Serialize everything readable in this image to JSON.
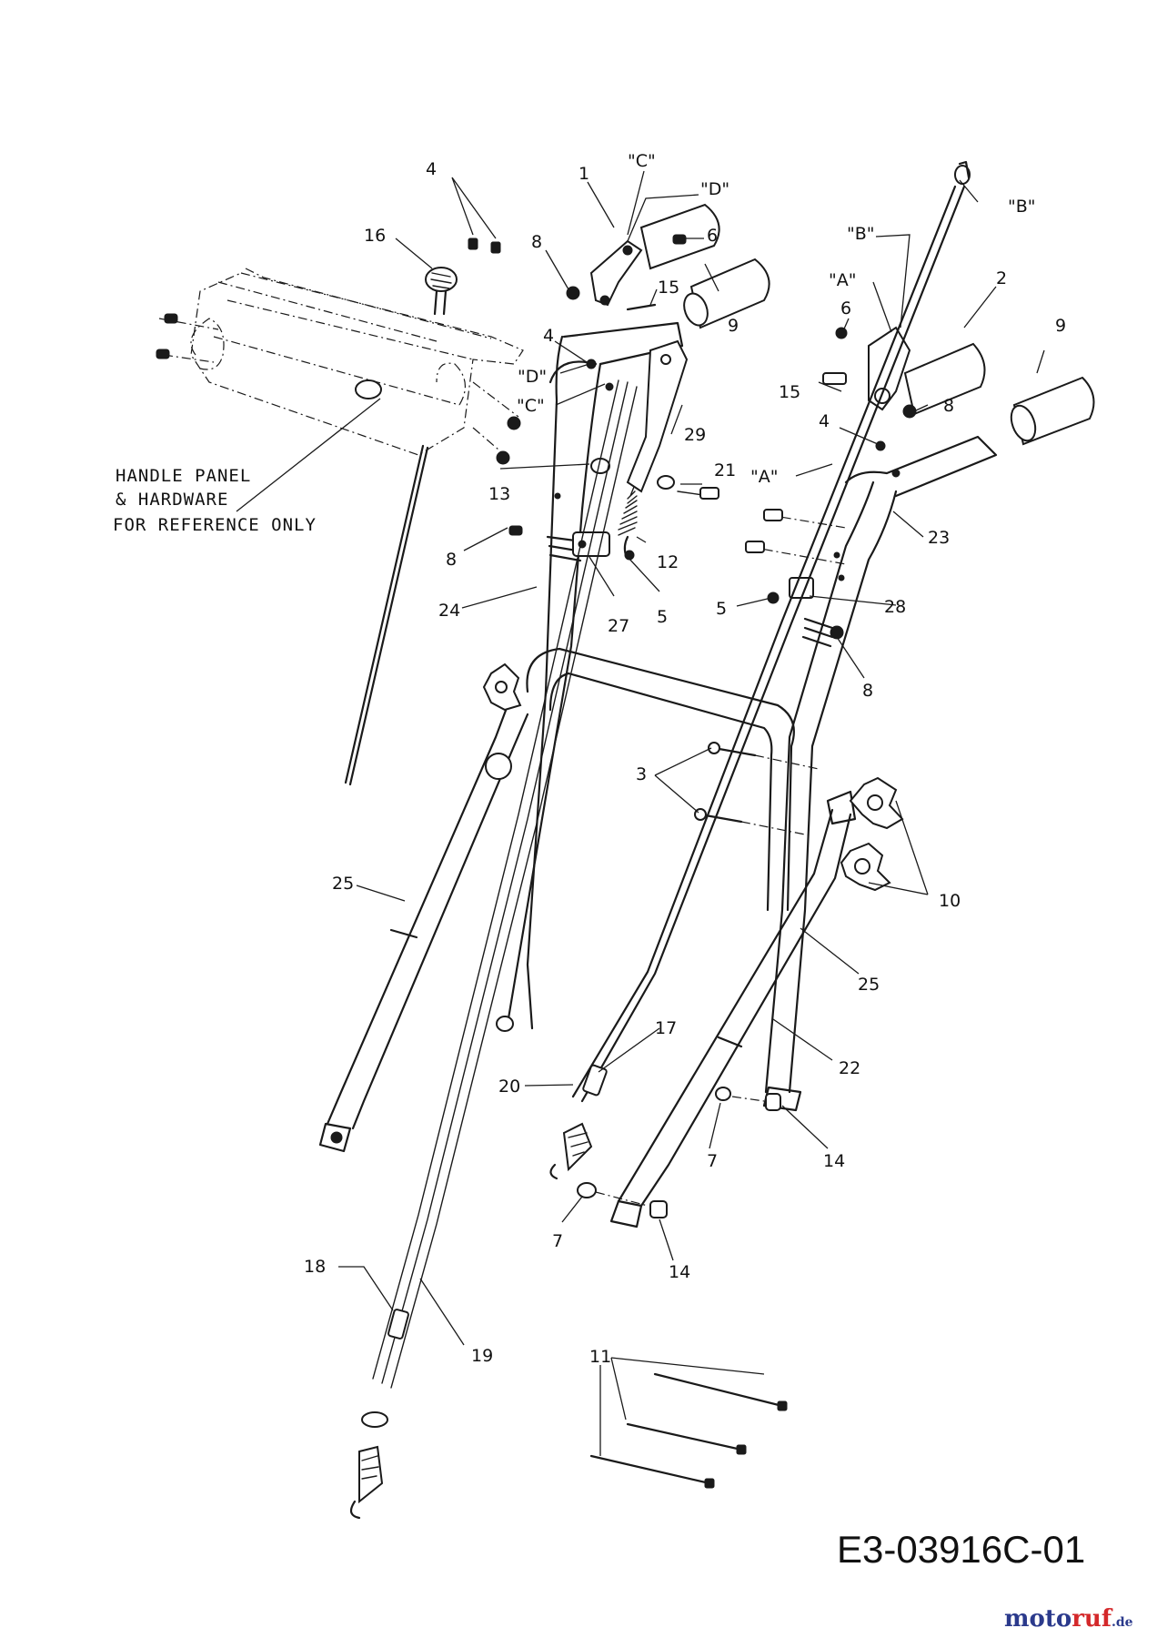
{
  "note": {
    "line1": "HANDLE PANEL",
    "line2": "& HARDWARE",
    "line3": "FOR REFERENCE ONLY"
  },
  "drawing_number": "E3-03916C-01",
  "brand": {
    "part1": "moto",
    "part2": "ruf",
    "suffix": ".de",
    "color_main": "#2b3a8c",
    "color_accent": "#d4282a"
  },
  "callouts": [
    {
      "id": "c1",
      "text": "1"
    },
    {
      "id": "cC1",
      "text": "\"C\""
    },
    {
      "id": "cD1",
      "text": "\"D\""
    },
    {
      "id": "c4a",
      "text": "4"
    },
    {
      "id": "c16",
      "text": "16"
    },
    {
      "id": "c8a",
      "text": "8"
    },
    {
      "id": "c6a",
      "text": "6"
    },
    {
      "id": "c15a",
      "text": "15"
    },
    {
      "id": "c9a",
      "text": "9"
    },
    {
      "id": "c4b",
      "text": "4"
    },
    {
      "id": "cD2",
      "text": "\"D\""
    },
    {
      "id": "cC2",
      "text": "\"C\""
    },
    {
      "id": "c29",
      "text": "29"
    },
    {
      "id": "c13",
      "text": "13"
    },
    {
      "id": "c21",
      "text": "21"
    },
    {
      "id": "cA1",
      "text": "\"A\""
    },
    {
      "id": "c12",
      "text": "12"
    },
    {
      "id": "c8b",
      "text": "8"
    },
    {
      "id": "c24",
      "text": "24"
    },
    {
      "id": "c27",
      "text": "27"
    },
    {
      "id": "c5a",
      "text": "5"
    },
    {
      "id": "cB1",
      "text": "\"B\""
    },
    {
      "id": "cB2",
      "text": "\"B\""
    },
    {
      "id": "cA2",
      "text": "\"A\""
    },
    {
      "id": "c2",
      "text": "2"
    },
    {
      "id": "c9b",
      "text": "9"
    },
    {
      "id": "c6b",
      "text": "6"
    },
    {
      "id": "c15b",
      "text": "15"
    },
    {
      "id": "c8c",
      "text": "8"
    },
    {
      "id": "c4c",
      "text": "4"
    },
    {
      "id": "c23",
      "text": "23"
    },
    {
      "id": "c5b",
      "text": "5"
    },
    {
      "id": "c28",
      "text": "28"
    },
    {
      "id": "c8d",
      "text": "8"
    },
    {
      "id": "c3",
      "text": "3"
    },
    {
      "id": "c10",
      "text": "10"
    },
    {
      "id": "c25a",
      "text": "25"
    },
    {
      "id": "c25b",
      "text": "25"
    },
    {
      "id": "c22",
      "text": "22"
    },
    {
      "id": "c17",
      "text": "17"
    },
    {
      "id": "c20",
      "text": "20"
    },
    {
      "id": "c7a",
      "text": "7"
    },
    {
      "id": "c14a",
      "text": "14"
    },
    {
      "id": "c7b",
      "text": "7"
    },
    {
      "id": "c14b",
      "text": "14"
    },
    {
      "id": "c18",
      "text": "18"
    },
    {
      "id": "c19",
      "text": "19"
    },
    {
      "id": "c11",
      "text": "11"
    }
  ]
}
